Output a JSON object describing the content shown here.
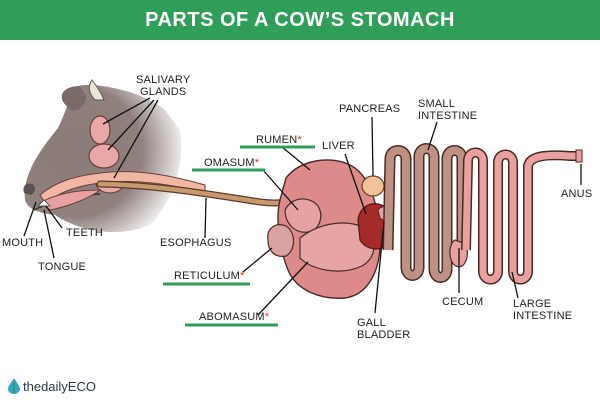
{
  "header": {
    "title": "PARTS OF A COW’S STOMACH"
  },
  "labels": {
    "salivary_glands": [
      "SALIVARY",
      "GLANDS"
    ],
    "mouth": "MOUTH",
    "teeth": "TEETH",
    "tongue": "TONGUE",
    "esophagus": "ESOPHAGUS",
    "rumen": "RUMEN",
    "omasum": "OMASUM",
    "reticulum": "RETICULUM",
    "abomasum": "ABOMASUM",
    "liver": "LIVER",
    "pancreas": "PANCREAS",
    "small_intestine": [
      "SMALL",
      "INTESTINE"
    ],
    "cecum": "CECUM",
    "gall_bladder": [
      "GALL",
      "BLADDER"
    ],
    "large_intestine": [
      "LARGE",
      "INTESTINE"
    ],
    "anus": "ANUS",
    "star": "*"
  },
  "brand": {
    "name": "thedailyECO"
  },
  "colors": {
    "banner": "#2e9e58",
    "underline": "#2e9e58",
    "star": "#e02a2a",
    "cow_head": "#8a7a78",
    "stomach": "#dc8a8a",
    "intestine": "#bd9285",
    "gut_pink": "#e9a0a0",
    "liver": "#a52a2a",
    "pancreas": "#f2c29b",
    "esophagus": "#c79a6e"
  }
}
